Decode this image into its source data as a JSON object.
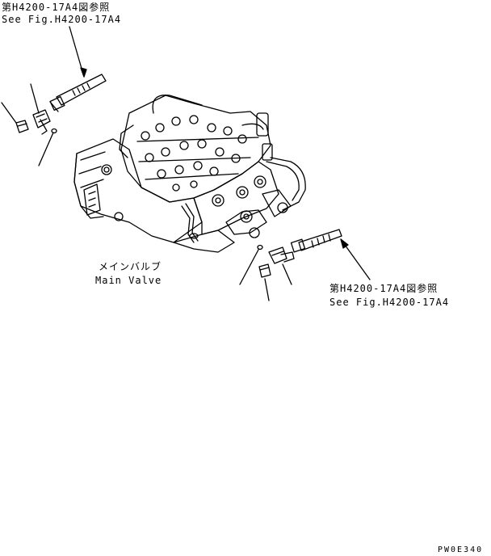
{
  "references": {
    "top_jp": "第H4200-17A4図参照",
    "top_en": "See Fig.H4200-17A4",
    "bottom_jp": "第H4200-17A4図参照",
    "bottom_en": "See Fig.H4200-17A4"
  },
  "main_valve": {
    "label_jp": "メインバルブ",
    "label_en": "Main Valve"
  },
  "drawing_code": "PW0E340",
  "colors": {
    "ink": "#000000",
    "paper": "#ffffff"
  }
}
